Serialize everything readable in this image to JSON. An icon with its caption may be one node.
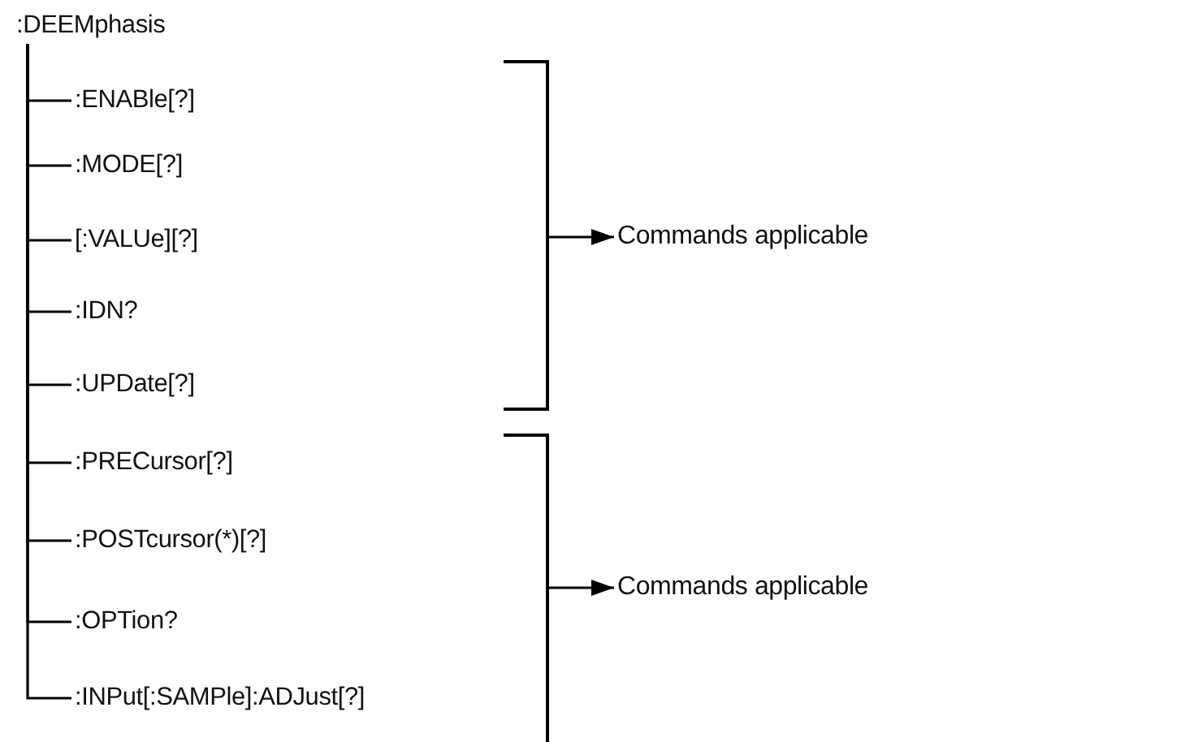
{
  "diagram": {
    "nodes": [
      {
        "text": [
          ":DEEMphasis"
        ]
      },
      {
        "text": [
          ":ENABle[?]"
        ]
      },
      {
        "text": [
          ":MODE[?]"
        ]
      },
      {
        "text": [
          "[:VALUe][?]"
        ]
      },
      {
        "text": [
          ":IDN?"
        ]
      },
      {
        "text": [
          ":UPDate[?]"
        ]
      },
      {
        "text": [
          ":PRECursor[?]"
        ]
      },
      {
        "text": [
          ":POSTcursor(*)[?]"
        ]
      },
      {
        "text": [
          ":OPTion?"
        ]
      },
      {
        "text": [
          ":INPut[:SAMPle]:ADJust[?]"
        ]
      },
      {
        "text": [
          "Commands applicable"
        ]
      },
      {
        "text": [
          "Commands applicable"
        ]
      },
      {
        "text": [],
        "shape": "bracket"
      },
      {
        "text": [],
        "shape": "bracket"
      }
    ],
    "edges": [
      {
        "from": 0,
        "to": 1,
        "arrow": "none"
      },
      {
        "from": 0,
        "to": 2,
        "arrow": "none"
      },
      {
        "from": 0,
        "to": 3,
        "arrow": "none"
      },
      {
        "from": 0,
        "to": 4,
        "arrow": "none"
      },
      {
        "from": 0,
        "to": 5,
        "arrow": "none"
      },
      {
        "from": 0,
        "to": 6,
        "arrow": "none"
      },
      {
        "from": 0,
        "to": 7,
        "arrow": "none"
      },
      {
        "from": 0,
        "to": 8,
        "arrow": "none"
      },
      {
        "from": 0,
        "to": 9,
        "arrow": "none"
      },
      {
        "from": 12,
        "to": 10,
        "arrow": "to"
      },
      {
        "from": 13,
        "to": 11,
        "arrow": "to"
      }
    ]
  }
}
